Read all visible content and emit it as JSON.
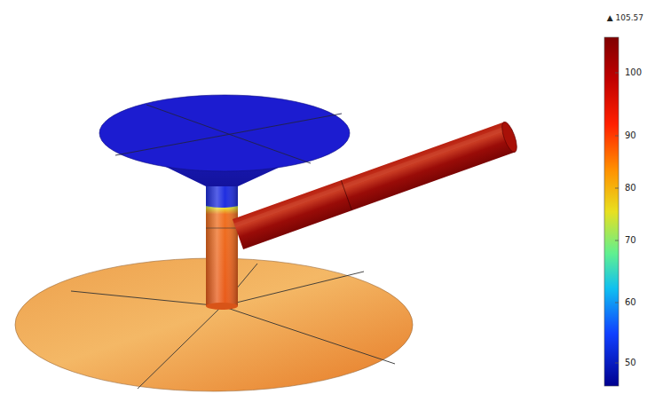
{
  "diagram": {
    "labels": [
      "▲ 105.57",
      "100",
      "90",
      "80",
      "70",
      "60",
      "50"
    ]
  }
}
